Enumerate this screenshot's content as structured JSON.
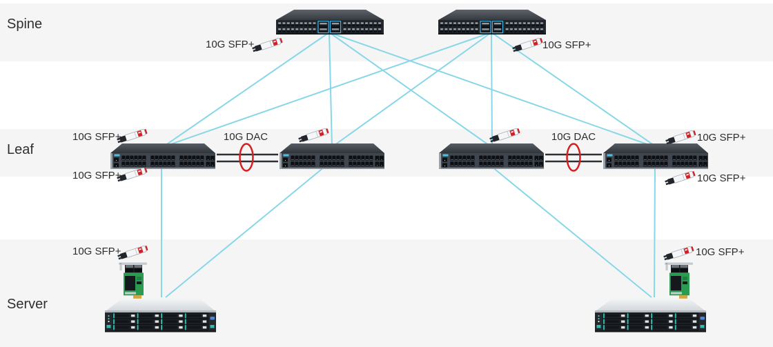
{
  "tiers": {
    "spine": "Spine",
    "leaf": "Leaf",
    "server": "Server"
  },
  "labels": {
    "sfp_plus": "10G SFP+",
    "dac": "10G DAC"
  },
  "topology": {
    "spine_switches": 2,
    "leaf_switches": 4,
    "servers": 2,
    "nic_cards": 2,
    "sfp_transceiver_icons": 10,
    "spine_leaf_links": [
      [
        "spine-1",
        "leaf-1"
      ],
      [
        "spine-1",
        "leaf-2"
      ],
      [
        "spine-1",
        "leaf-3"
      ],
      [
        "spine-1",
        "leaf-4"
      ],
      [
        "spine-2",
        "leaf-1"
      ],
      [
        "spine-2",
        "leaf-2"
      ],
      [
        "spine-2",
        "leaf-3"
      ],
      [
        "spine-2",
        "leaf-4"
      ]
    ],
    "leaf_server_links": [
      [
        "leaf-1",
        "server-1"
      ],
      [
        "leaf-2",
        "server-1"
      ],
      [
        "leaf-3",
        "server-2"
      ],
      [
        "leaf-4",
        "server-2"
      ]
    ],
    "dac_links": [
      [
        "leaf-1",
        "leaf-2"
      ],
      [
        "leaf-3",
        "leaf-4"
      ]
    ]
  },
  "colors": {
    "band_gray": "#f5f5f6",
    "link_cyan": "#87d7e8",
    "dac_cable_dark": "#2e3134",
    "dac_ring_red": "#d42020",
    "server_teal": "#2fc4b6",
    "uplink_port_highlight": "#3fb9e8"
  },
  "icons": {
    "transceiver": "sfp-transceiver-icon",
    "nic": "nic-card-icon",
    "spine_switch": "spine-switch-icon",
    "leaf_switch": "leaf-switch-icon",
    "server": "server-icon",
    "dac_ring": "dac-highlight-ring"
  }
}
